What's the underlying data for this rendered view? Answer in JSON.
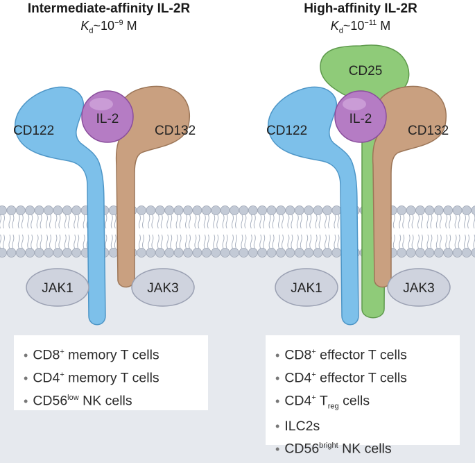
{
  "left": {
    "title": "Intermediate-affinity IL-2R",
    "kd_symbol": "K",
    "kd_subscript": "d",
    "kd_prefix": "~10",
    "kd_exponent": "−9",
    "kd_unit": " M",
    "labels": {
      "il2": "IL-2",
      "cd122": "CD122",
      "cd132": "CD132",
      "jak1": "JAK1",
      "jak3": "JAK3"
    },
    "cells": [
      {
        "main": "CD8",
        "sup": "+",
        "sub": "",
        "rest": " memory T cells"
      },
      {
        "main": "CD4",
        "sup": "+",
        "sub": "",
        "rest": " memory T cells"
      },
      {
        "main": "CD56",
        "sup": "low",
        "sub": "",
        "rest": " NK cells"
      }
    ]
  },
  "right": {
    "title": "High-affinity IL-2R",
    "kd_symbol": "K",
    "kd_subscript": "d",
    "kd_prefix": "~10",
    "kd_exponent": "−11",
    "kd_unit": " M",
    "labels": {
      "il2": "IL-2",
      "cd25": "CD25",
      "cd122": "CD122",
      "cd132": "CD132",
      "jak1": "JAK1",
      "jak3": "JAK3"
    },
    "cells": [
      {
        "main": "CD8",
        "sup": "+",
        "sub": "",
        "rest": " effector T cells"
      },
      {
        "main": "CD4",
        "sup": "+",
        "sub": "",
        "rest": " effector T cells"
      },
      {
        "main": "CD4",
        "sup": "+",
        "sub": "",
        "mid": " T",
        "sub2": "reg",
        "rest": " cells"
      },
      {
        "main": "ILC2s",
        "sup": "",
        "sub": "",
        "rest": ""
      },
      {
        "main": "CD56",
        "sup": "bright",
        "sub": "",
        "rest": " NK cells"
      }
    ]
  },
  "colors": {
    "cd122": "#7dc0ea",
    "cd132": "#c9a080",
    "il2": "#b57cc4",
    "cd25": "#8fcb79",
    "jak": "#cfd3de",
    "membrane_head": "#c3cad6",
    "cytoplasm": "#e6e9ee"
  }
}
